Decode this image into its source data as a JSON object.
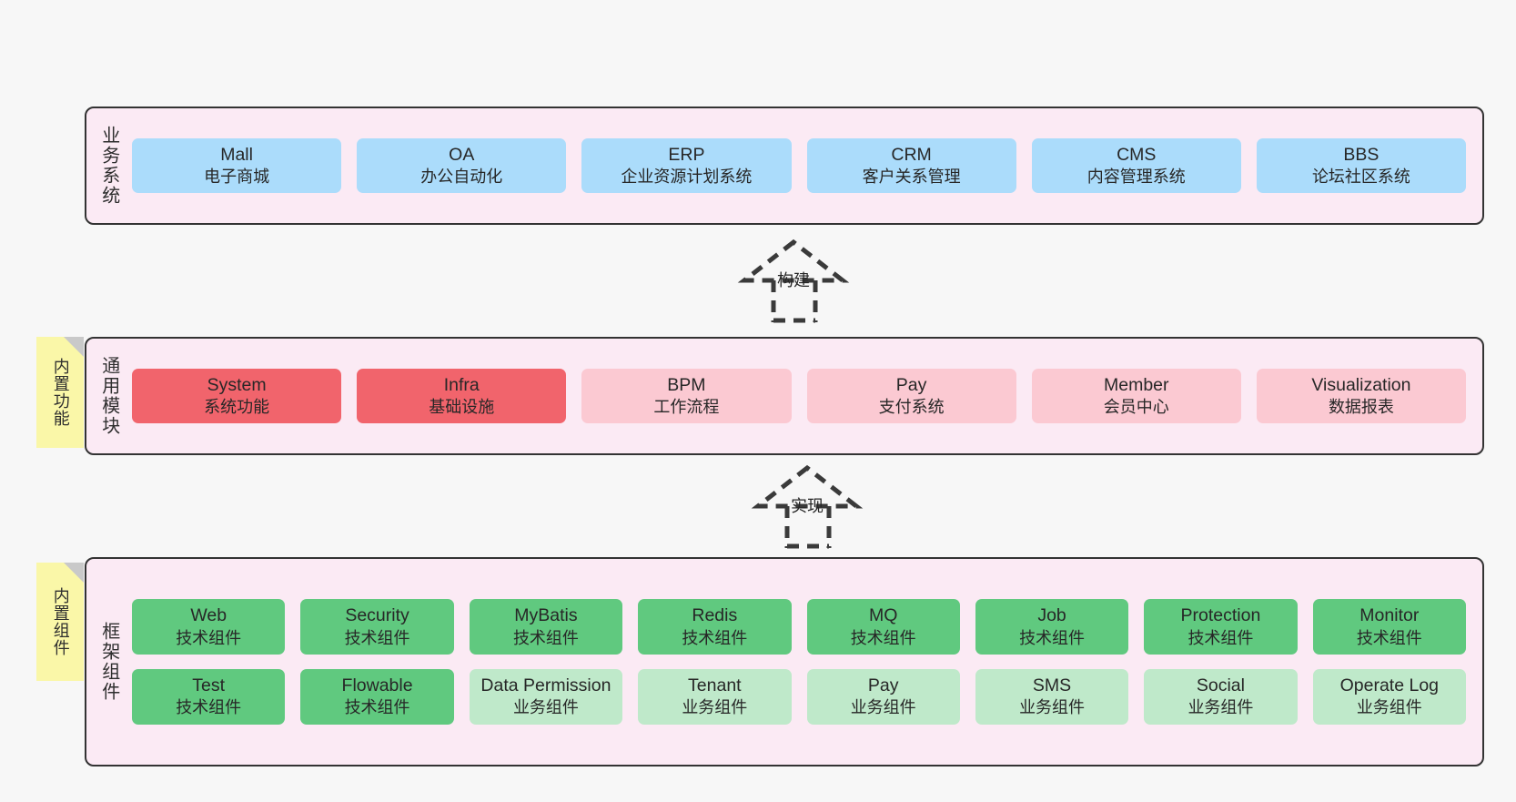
{
  "page": {
    "background_color": "#f7f7f7",
    "panel_background": "#fbeaf4",
    "panel_border_color": "#333333"
  },
  "sections": [
    {
      "id": "business-system",
      "label": "业务系统",
      "card_color_primary": "#abdcfb",
      "rows": [
        [
          {
            "title": "Mall",
            "sub": "电子商城",
            "style": "blue"
          },
          {
            "title": "OA",
            "sub": "办公自动化",
            "style": "blue"
          },
          {
            "title": "ERP",
            "sub": "企业资源计划系统",
            "style": "blue"
          },
          {
            "title": "CRM",
            "sub": "客户关系管理",
            "style": "blue"
          },
          {
            "title": "CMS",
            "sub": "内容管理系统",
            "style": "blue"
          },
          {
            "title": "BBS",
            "sub": "论坛社区系统",
            "style": "blue"
          }
        ]
      ]
    },
    {
      "id": "common-module",
      "label": "通用模块",
      "sticky": "内置功能",
      "card_color_primary": "#f1646c",
      "card_color_secondary": "#fbc9d2",
      "rows": [
        [
          {
            "title": "System",
            "sub": "系统功能",
            "style": "red"
          },
          {
            "title": "Infra",
            "sub": "基础设施",
            "style": "red"
          },
          {
            "title": "BPM",
            "sub": "工作流程",
            "style": "pink"
          },
          {
            "title": "Pay",
            "sub": "支付系统",
            "style": "pink"
          },
          {
            "title": "Member",
            "sub": "会员中心",
            "style": "pink"
          },
          {
            "title": "Visualization",
            "sub": "数据报表",
            "style": "pink"
          }
        ]
      ]
    },
    {
      "id": "framework-component",
      "label": "框架组件",
      "sticky": "内置组件",
      "card_color_primary": "#60c97f",
      "card_color_secondary": "#bfe9ca",
      "rows": [
        [
          {
            "title": "Web",
            "sub": "技术组件",
            "style": "green"
          },
          {
            "title": "Security",
            "sub": "技术组件",
            "style": "green"
          },
          {
            "title": "MyBatis",
            "sub": "技术组件",
            "style": "green"
          },
          {
            "title": "Redis",
            "sub": "技术组件",
            "style": "green"
          },
          {
            "title": "MQ",
            "sub": "技术组件",
            "style": "green"
          },
          {
            "title": "Job",
            "sub": "技术组件",
            "style": "green"
          },
          {
            "title": "Protection",
            "sub": "技术组件",
            "style": "green"
          },
          {
            "title": "Monitor",
            "sub": "技术组件",
            "style": "green"
          }
        ],
        [
          {
            "title": "Test",
            "sub": "技术组件",
            "style": "green"
          },
          {
            "title": "Flowable",
            "sub": "技术组件",
            "style": "green"
          },
          {
            "title": "Data Permission",
            "sub": "业务组件",
            "style": "lightgreen"
          },
          {
            "title": "Tenant",
            "sub": "业务组件",
            "style": "lightgreen"
          },
          {
            "title": "Pay",
            "sub": "业务组件",
            "style": "lightgreen"
          },
          {
            "title": "SMS",
            "sub": "业务组件",
            "style": "lightgreen"
          },
          {
            "title": "Social",
            "sub": "业务组件",
            "style": "lightgreen"
          },
          {
            "title": "Operate Log",
            "sub": "业务组件",
            "style": "lightgreen"
          }
        ]
      ]
    }
  ],
  "connectors": [
    {
      "id": "build",
      "label": "构建"
    },
    {
      "id": "realize",
      "label": "实现"
    }
  ]
}
